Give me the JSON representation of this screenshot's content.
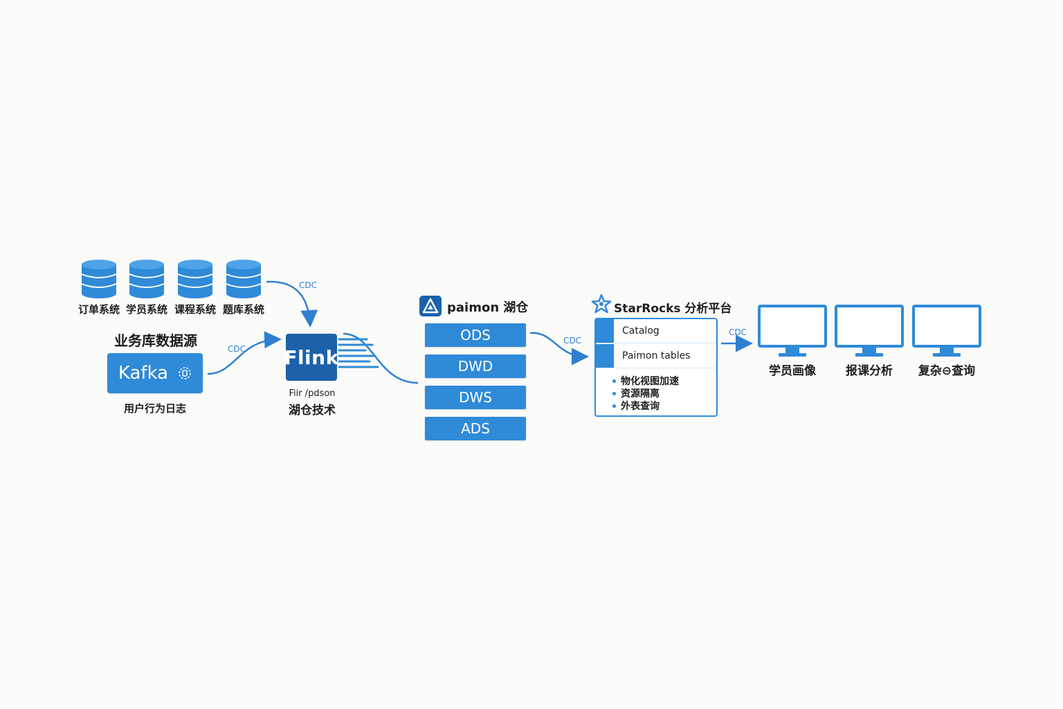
{
  "sources": {
    "databases": [
      {
        "label": "订单系统",
        "icon": "database-icon"
      },
      {
        "label": "学员系统",
        "icon": "database-icon"
      },
      {
        "label": "课程系统",
        "icon": "database-icon"
      },
      {
        "label": "题库系统",
        "icon": "database-icon"
      }
    ],
    "title": "业务库数据源",
    "kafka": {
      "label": "Kafka",
      "icon": "gear-icon",
      "caption": "用户行为日志"
    }
  },
  "edges": {
    "cdc_db_flink": "CDC",
    "cdc_kafka_flink": "CDC",
    "cdc_paimon_starrocks": "CDC",
    "cdc_starrocks_apps": "CDC"
  },
  "flink": {
    "label": "Flink",
    "caption_line1": "Fiir /pdson",
    "caption_line2": "湖仓技术"
  },
  "paimon": {
    "title": "paimon 湖仓",
    "icon": "paimon-logo-icon",
    "layers": [
      "ODS",
      "DWD",
      "DWS",
      "ADS"
    ]
  },
  "starrocks": {
    "title": "StarRocks 分析平台",
    "icon": "starrocks-star-icon",
    "rows": [
      "Catalog",
      "Paimon tables"
    ],
    "features": [
      "物化视图加速",
      "资源隔离",
      "外表查询"
    ]
  },
  "apps": [
    {
      "label": "学员画像",
      "icon": "monitor-icon"
    },
    {
      "label": "报课分析",
      "icon": "monitor-icon"
    },
    {
      "label": "复杂⊖查询",
      "icon": "monitor-icon"
    }
  ],
  "colors": {
    "accent": "#2f8ad8",
    "flink": "#1b62ab",
    "arrow": "#2f7fd0"
  }
}
